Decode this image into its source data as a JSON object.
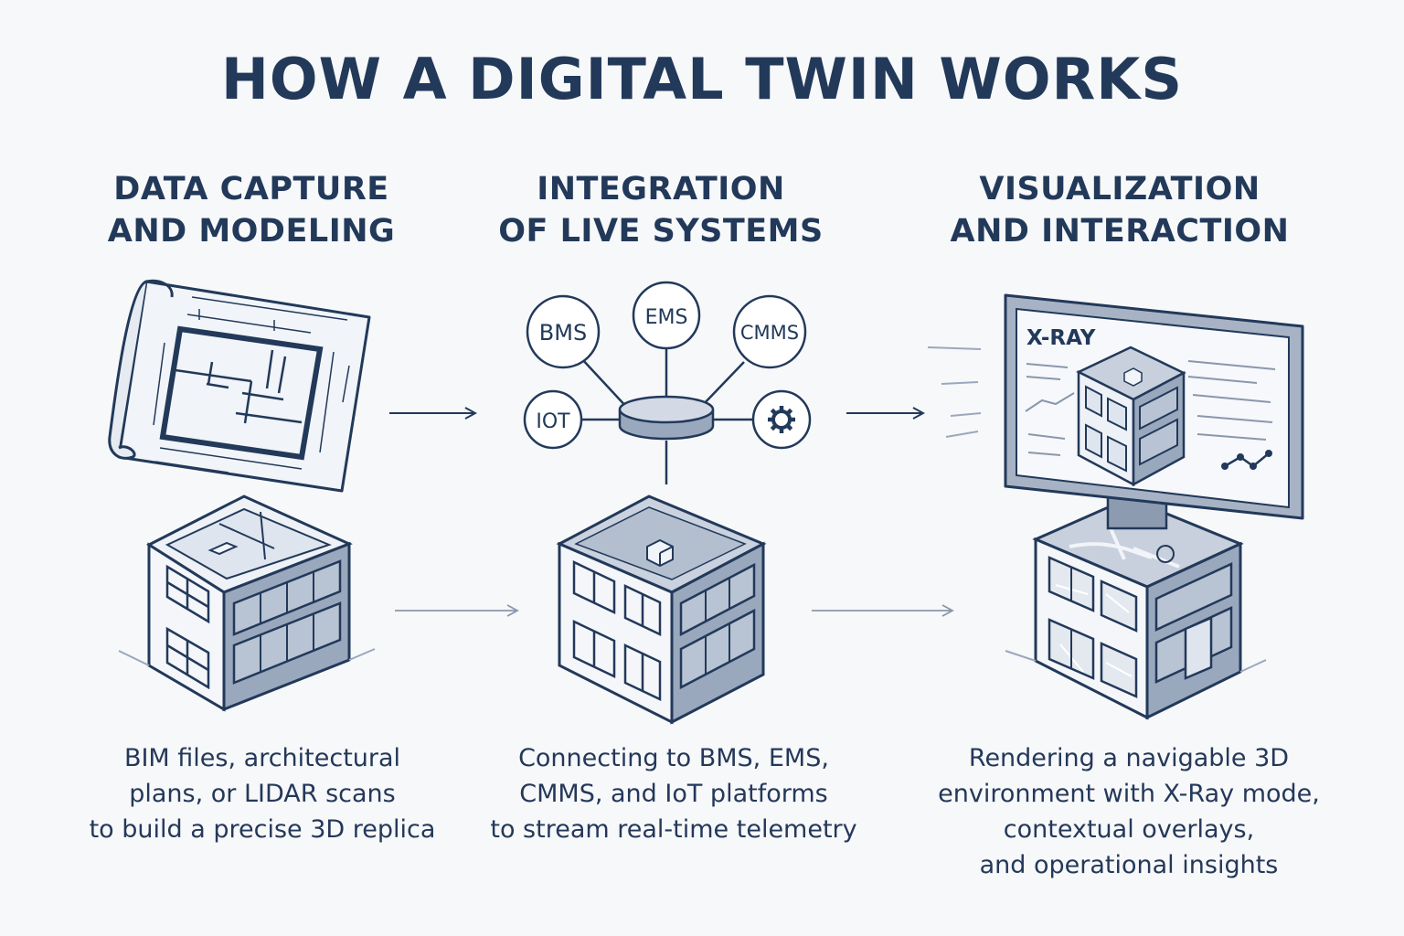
{
  "title": "HOW A DIGITAL TWIN WORKS",
  "steps": [
    {
      "heading": [
        "DATA CAPTURE",
        "AND MODELING"
      ],
      "description": [
        "BIM files, architectural",
        "plans, or LIDAR scans",
        "to build a precise 3D replica"
      ]
    },
    {
      "heading": [
        "INTEGRATION",
        "OF LIVE SYSTEMS"
      ],
      "description": [
        "Connecting to BMS, EMS,",
        "CMMS, and IoT platforms",
        "to stream real-time telemetry"
      ]
    },
    {
      "heading": [
        "VISUALIZATION",
        "AND INTERACTION"
      ],
      "description": [
        "Rendering a navigable 3D",
        "environment with X-Ray mode,",
        "contextual overlays,",
        "and operational insights"
      ]
    }
  ],
  "hub_nodes": {
    "bms": "BMS",
    "ems": "EMS",
    "cmms": "CMMS",
    "iot": "IOT",
    "settings_icon": "gear-icon"
  },
  "screen_label": "X-RAY",
  "colors": {
    "ink": "#22395a",
    "shade": "#a9b6c8",
    "shade_dark": "#7f8ea6",
    "light": "#dfe5ee",
    "background": "#f7f8f9"
  }
}
